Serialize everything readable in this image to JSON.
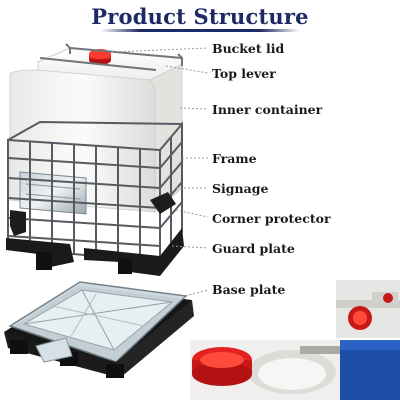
{
  "title": "Product Structure",
  "parts": [
    {
      "label": "Bucket lid"
    },
    {
      "label": "Top lever"
    },
    {
      "label": "Inner container"
    },
    {
      "label": "Frame"
    },
    {
      "label": "Signage"
    },
    {
      "label": "Corner protector"
    },
    {
      "label": "Guard plate"
    },
    {
      "label": "Base plate"
    }
  ],
  "colors": {
    "title": "#1e2a66",
    "accent_red": "#e02020",
    "frame_metal": "#555b60",
    "container": "#f4f4f2",
    "pallet": "#1a1a1a",
    "blue_panel": "#1d4fa8"
  },
  "icons": [
    "ibc-tote-illustration",
    "base-plate-illustration",
    "valve-cap-photo",
    "lid-photo",
    "blue-panel-photo"
  ]
}
